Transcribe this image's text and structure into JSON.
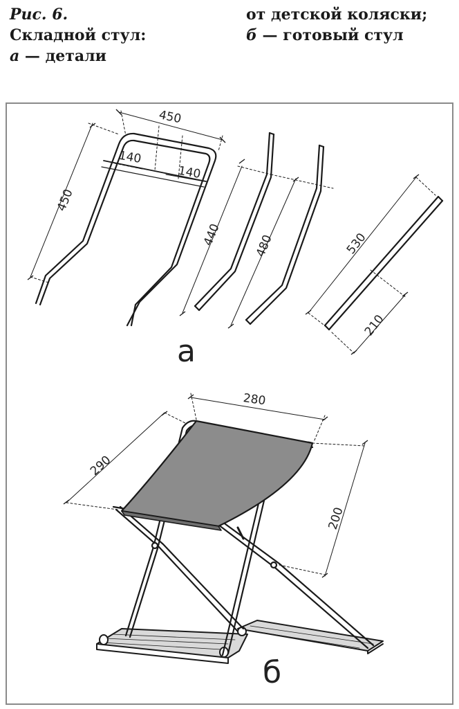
{
  "caption": {
    "fig_label": "Рис. 6.",
    "title": "Складной стул:",
    "part_a_letter": "а",
    "part_a_text": " — детали",
    "part_a_cont": "от детской коляски;",
    "part_b_letter": "б",
    "part_b_text": " — готовый стул"
  },
  "part_a": {
    "label": "а",
    "dims": {
      "frame_width": "450",
      "frame_height": "450",
      "inner_left": "140",
      "inner_right": "140",
      "leg1_length": "440",
      "leg2_length": "480",
      "bar_length": "530",
      "bar_offset": "210"
    }
  },
  "part_b": {
    "label": "б",
    "dims": {
      "seat_width": "280",
      "seat_depth": "290",
      "height": "200"
    }
  },
  "colors": {
    "ink": "#1a1a1a",
    "fabric": "#8c8c8c",
    "frame_border": "#8a8a8a"
  }
}
